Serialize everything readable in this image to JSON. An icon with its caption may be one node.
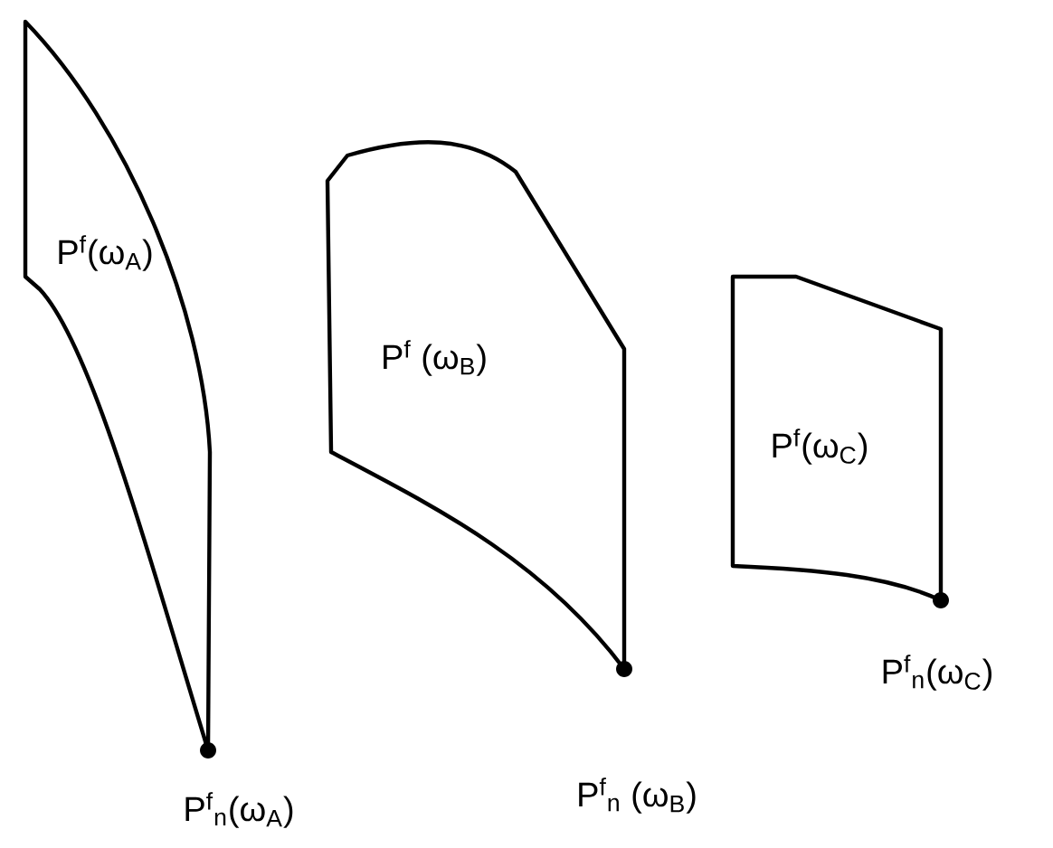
{
  "diagram": {
    "nodes": [
      {
        "text": [
          "P$^{f}$(ω$_{A}$)"
        ],
        "beside": [
          "P$^{f}$$_{n}$(ω$_{A}$)"
        ]
      },
      {
        "text": [
          "P$^{f}$ (ω$_{B}$)"
        ],
        "beside": [
          "P$^{f}$$_{n}$ (ω$_{B}$)"
        ]
      },
      {
        "text": [
          "P$^{f}$(ω$_{C}$)"
        ],
        "beside": [
          "P$^{f}$$_{n}$(ω$_{C}$)"
        ]
      }
    ]
  }
}
